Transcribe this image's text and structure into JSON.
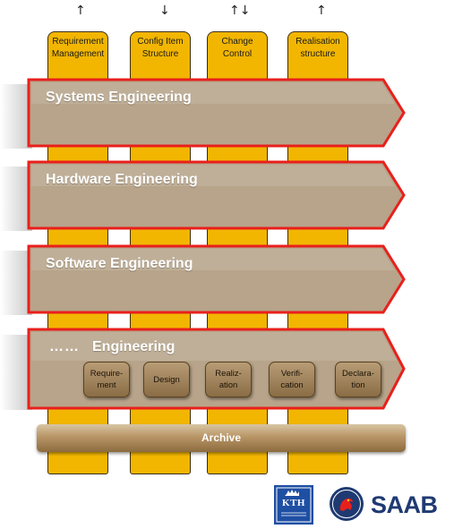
{
  "columns": [
    {
      "label": "Requirement\nManagement",
      "arrow": "↑"
    },
    {
      "label": "Config Item\nStructure",
      "arrow": "↓"
    },
    {
      "label": "Change\nControl",
      "arrow": "↑↓"
    },
    {
      "label": "Realisation\nstructure",
      "arrow": "↑"
    }
  ],
  "bands": [
    {
      "title": "Systems Engineering"
    },
    {
      "title": "Hardware Engineering"
    },
    {
      "title": "Software Engineering"
    },
    {
      "dots": "……",
      "title": "Engineering"
    }
  ],
  "phases": [
    {
      "label": "Require-\nment"
    },
    {
      "label": "Design"
    },
    {
      "label": "Realiz-\nation"
    },
    {
      "label": "Verifi-\ncation"
    },
    {
      "label": "Declara-\ntion"
    }
  ],
  "archive": {
    "label": "Archive"
  },
  "logos": {
    "kth": "KTH",
    "saab": "SAAB"
  },
  "colors": {
    "column_fill": "#f2b600",
    "band_fill": "#b7a48a",
    "band_border": "#e8201c",
    "kth_blue": "#1f4fa3",
    "saab_blue": "#1f3a72"
  }
}
